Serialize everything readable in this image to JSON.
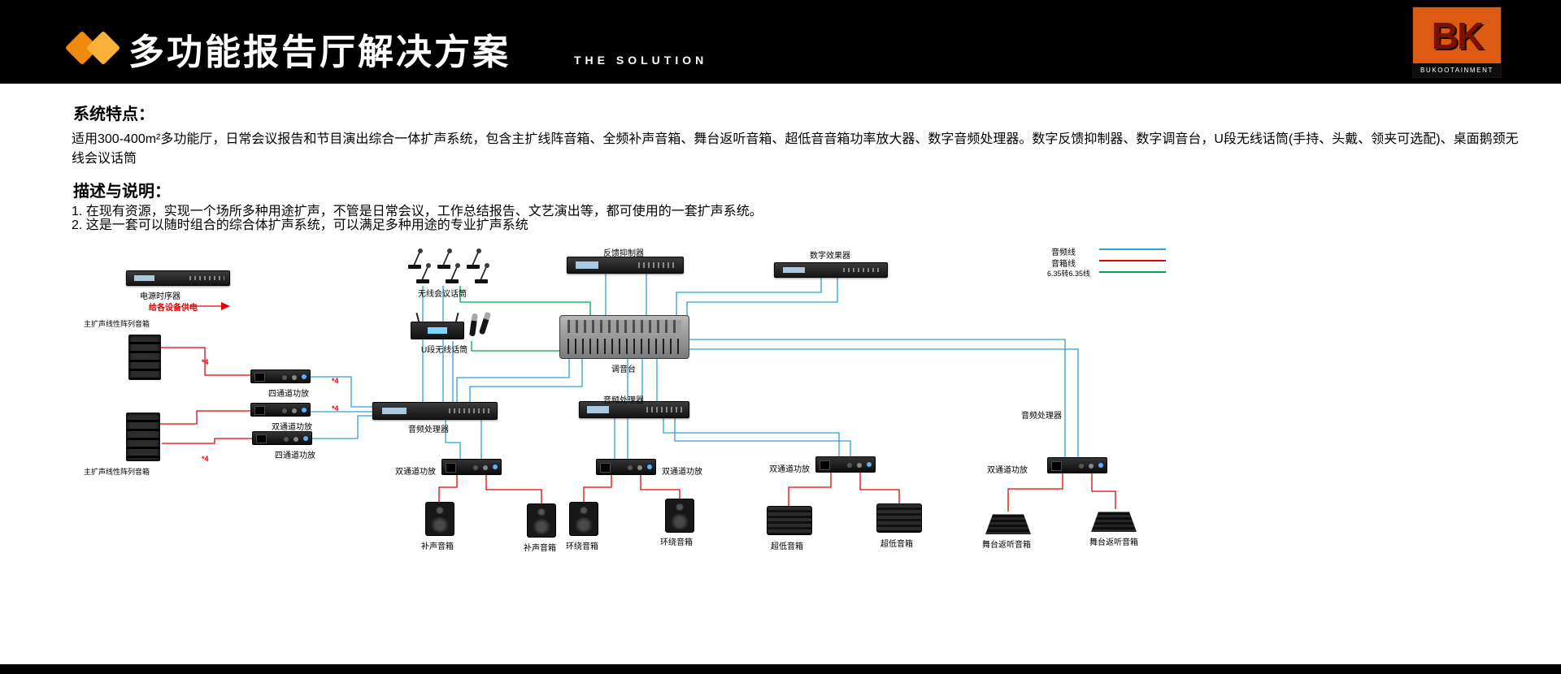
{
  "header": {
    "title": "多功能报告厅解决方案",
    "subtitle": "THE SOLUTION",
    "logo": {
      "text": "BK",
      "subtext": "BUKOOTAINMENT"
    },
    "accent_color": "#f7941d"
  },
  "sections": {
    "features": {
      "heading": "系统特点：",
      "body": "适用300-400m²多功能厅，日常会议报告和节目演出综合一体扩声系统，包含主扩线阵音箱、全频补声音箱、舞台返听音箱、超低音音箱功率放大器、数字音频处理器。数字反馈抑制器、数字调音台，U段无线话筒(手持、头戴、领夹可选配)、桌面鹅颈无线会议话筒"
    },
    "description": {
      "heading": "描述与说明：",
      "items": [
        "1. 在现有资源，实现一个场所多种用途扩声，不管是日常会议，工作总结报告、文艺演出等，都可使用的一套扩声系统。",
        "2. 这是一套可以随时组合的综合体扩声系统，可以满足多种用途的专业扩声系统"
      ]
    }
  },
  "diagram": {
    "legend": {
      "audio_line": {
        "label": "音频线",
        "color": "#2e9fd4"
      },
      "speaker_line": {
        "label": "音箱线",
        "color": "#e60000"
      },
      "jack_line": {
        "label": "6.35转6.35线",
        "color": "#00a651"
      }
    },
    "labels": {
      "power_sequencer": "电源时序器",
      "power_note": "给各设备供电",
      "line_array": "主扩声线性阵列音箱",
      "amp_4ch": "四通道功放",
      "amp_2ch": "双通道功放",
      "wireless_conf_mic": "无线会议话筒",
      "u_band_mic": "U段无线话筒",
      "feedback_suppressor": "反馈抑制器",
      "digital_effects": "数字效果器",
      "mixer": "调音台",
      "audio_processor": "音频处理器",
      "fill_speaker": "补声音箱",
      "surround_speaker": "环绕音箱",
      "subwoofer": "超低音箱",
      "stage_monitor": "舞台返听音箱",
      "qty4": "*4"
    }
  }
}
